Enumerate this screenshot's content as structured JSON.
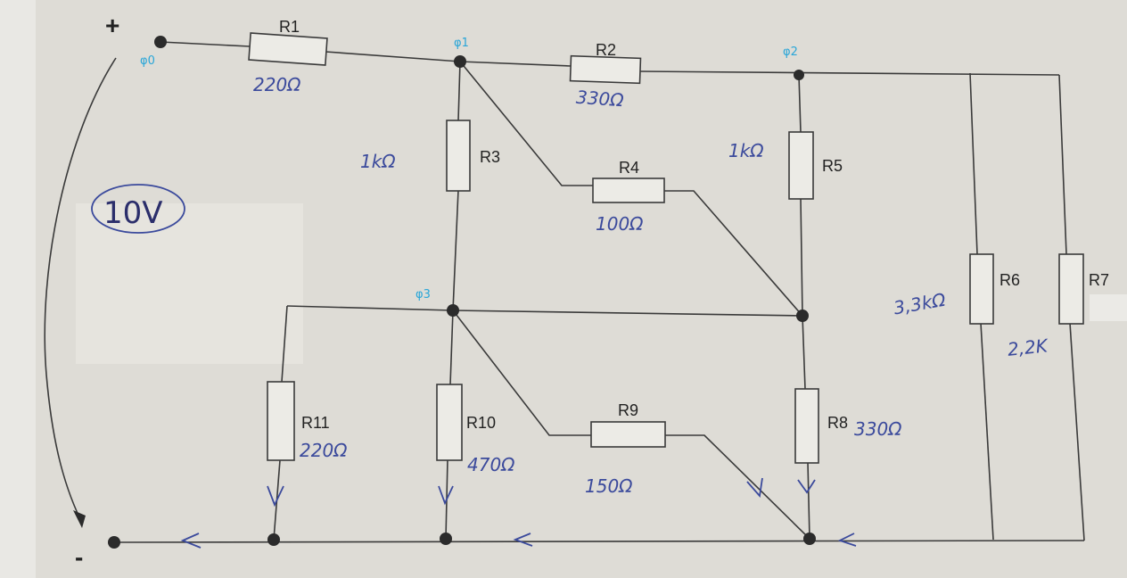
{
  "terminals": {
    "plus": "+",
    "minus": "-"
  },
  "source": {
    "voltage": "10V"
  },
  "nodes": {
    "phi0": "φ0",
    "phi1": "φ1",
    "phi2": "φ2",
    "phi3": "φ3"
  },
  "resistors": {
    "r1": {
      "name": "R1",
      "value": "220Ω"
    },
    "r2": {
      "name": "R2",
      "value": "330Ω"
    },
    "r3": {
      "name": "R3",
      "value": "1kΩ"
    },
    "r4": {
      "name": "R4",
      "value": "100Ω"
    },
    "r5": {
      "name": "R5",
      "value": "1kΩ"
    },
    "r6": {
      "name": "R6",
      "value": "3,3kΩ"
    },
    "r7": {
      "name": "R7",
      "value": "2,2K"
    },
    "r8": {
      "name": "R8",
      "value": "330Ω"
    },
    "r9": {
      "name": "R9",
      "value": "150Ω"
    },
    "r10": {
      "name": "R10",
      "value": "470Ω"
    },
    "r11": {
      "name": "R11",
      "value": "220Ω"
    }
  }
}
